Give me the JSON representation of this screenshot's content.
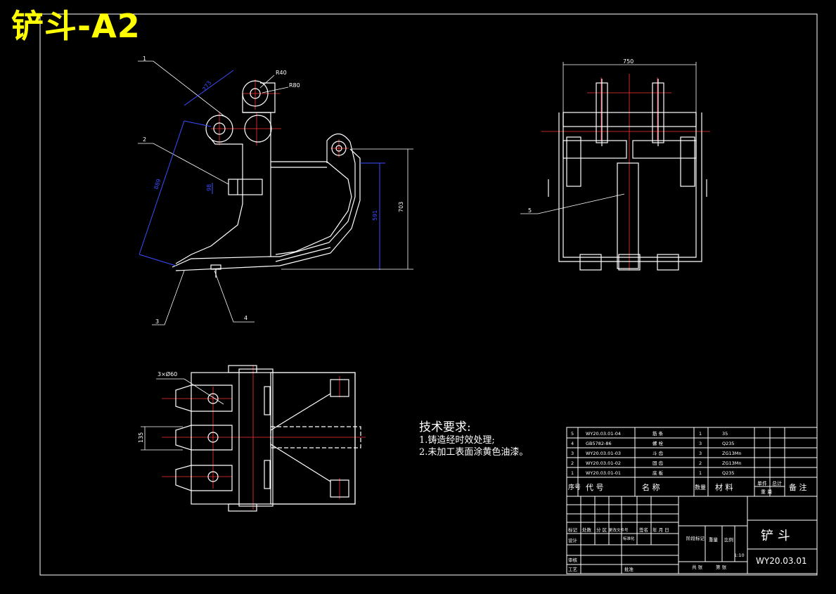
{
  "title": "铲斗-A2",
  "views": {
    "side": {
      "part_labels": [
        "1",
        "2",
        "3",
        "4"
      ],
      "dims": {
        "r40": "R40",
        "r80": "R80",
        "d273": "273",
        "d889": "889",
        "d98": "98",
        "d591": "591",
        "d703": "703"
      }
    },
    "front": {
      "dims": {
        "w750": "750"
      },
      "part_label": "5"
    },
    "top": {
      "dims": {
        "holes": "3×Ø60",
        "d135": "135"
      }
    }
  },
  "tech_requirements": {
    "title": "技术要求:",
    "items": [
      "1.铸造经时效处理;",
      "2.未加工表面涂黄色油漆。"
    ]
  },
  "bom": {
    "rows": [
      {
        "no": "5",
        "code": "WY20.03.01-04",
        "name": "筋 条",
        "qty": "1",
        "material": "35"
      },
      {
        "no": "4",
        "code": "GB5782-86",
        "name": "螺 栓",
        "qty": "3",
        "material": "Q235"
      },
      {
        "no": "3",
        "code": "WY20.03.01-03",
        "name": "斗 齿",
        "qty": "3",
        "material": "ZG13Mn"
      },
      {
        "no": "2",
        "code": "WY20.03.01-02",
        "name": "固 齿",
        "qty": "2",
        "material": "ZG13Mn"
      },
      {
        "no": "1",
        "code": "WY20.03.01-01",
        "name": "底 板",
        "qty": "1",
        "material": "Q235"
      }
    ],
    "header": {
      "no": "序号",
      "code": "代 号",
      "name": "名 称",
      "qty": "数量",
      "material": "材 料",
      "unit_weight": "单件",
      "total_weight": "总计",
      "weight": "重 量",
      "remark": "备 注"
    }
  },
  "title_block": {
    "part_name": "铲 斗",
    "drawing_no": "WY20.03.01",
    "scale": "1:10",
    "row_labels": {
      "revision": "标记",
      "count": "处数",
      "zone": "分 区",
      "change_doc": "更改文件号",
      "sign": "签名",
      "date": "年 月 日",
      "design": "设计",
      "standardize": "标准化",
      "review": "审核",
      "process": "工艺",
      "approve": "批准",
      "stage_mark": "阶段标记",
      "weight": "重量",
      "scale_label": "比例",
      "sheets": "共 张",
      "sheet": "第 张"
    }
  }
}
